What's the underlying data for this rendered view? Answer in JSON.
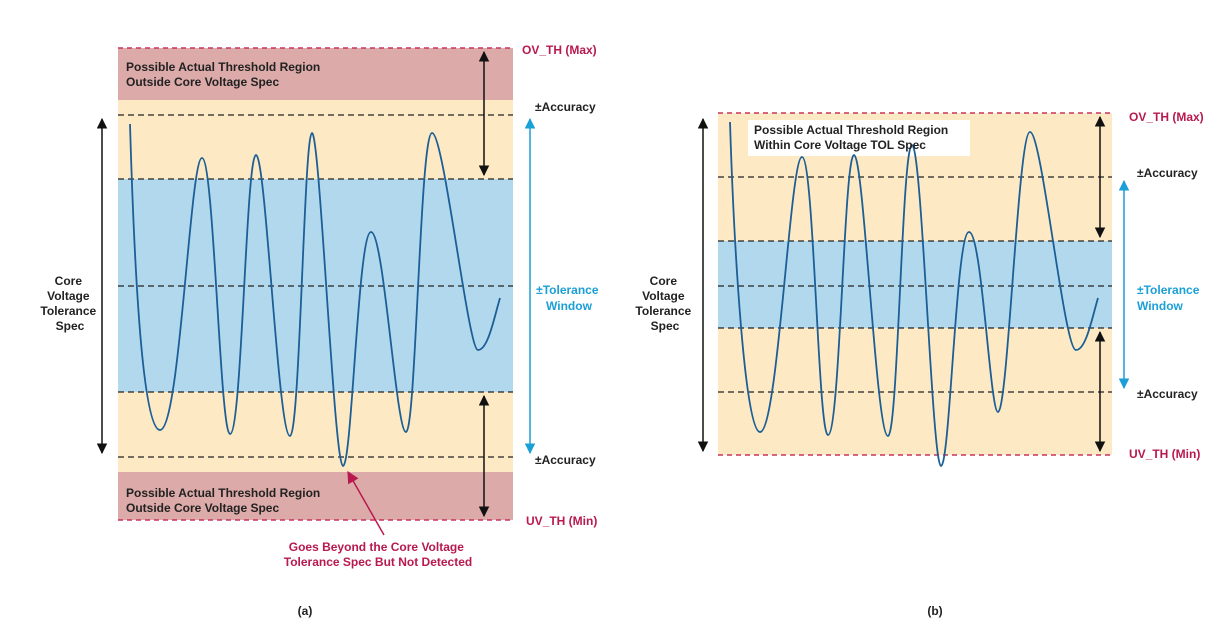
{
  "colors": {
    "red_band": "#dcaaa8",
    "yellow_band": "#fdeac4",
    "blue_band": "#b2d8ee",
    "dash_red": "#c8325e",
    "dash_black": "#222222",
    "wave": "#1c5f96",
    "arrow_black": "#111111",
    "arrow_blue": "#1a9fd6",
    "text_black": "#222222",
    "text_red": "#b8194f",
    "text_blue": "#1a9fd6"
  },
  "panel_a": {
    "caption": "(a)",
    "ov_label": "OV_TH (Max)",
    "uv_label": "UV_TH (Min)",
    "accuracy_top": "±Accuracy",
    "accuracy_bottom": "±Accuracy",
    "tolerance_window": [
      "±Tolerance",
      "Window"
    ],
    "core_spec": [
      "Core",
      "Voltage",
      "Tolerance",
      "Spec"
    ],
    "top_region": [
      "Possible Actual Threshold Region",
      "Outside Core Voltage Spec"
    ],
    "bottom_region": [
      "Possible Actual Threshold Region",
      "Outside Core Voltage Spec"
    ],
    "callout": [
      "Goes Beyond the Core Voltage",
      "Tolerance Spec But Not Detected"
    ]
  },
  "panel_b": {
    "caption": "(b)",
    "ov_label": "OV_TH (Max)",
    "uv_label": "UV_TH (Min)",
    "accuracy_top": "±Accuracy",
    "accuracy_bottom": "±Accuracy",
    "tolerance_window": [
      "±Tolerance",
      "Window"
    ],
    "core_spec": [
      "Core",
      "Voltage",
      "Tolerance",
      "Spec"
    ],
    "region": [
      "Possible Actual Threshold Region",
      "Within Core Voltage TOL Spec"
    ]
  }
}
